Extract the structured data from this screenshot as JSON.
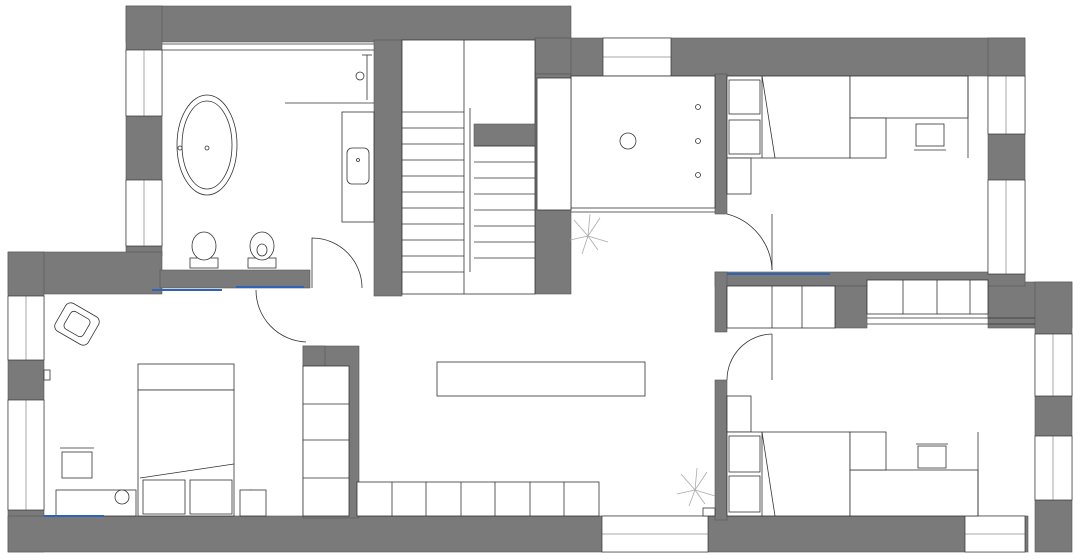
{
  "drawing": {
    "type": "floor-plan",
    "colors": {
      "wall": "#7a7a7a",
      "line": "#333333",
      "accent": "#2d64b8",
      "background": "#ffffff",
      "plant": "#aaaaaa"
    },
    "rooms": [
      "bathroom",
      "stair-hall",
      "top-bedroom",
      "master-bedroom",
      "landing",
      "bottom-bedroom",
      "closet"
    ],
    "icons": [
      "bathtub-icon",
      "toilet-icon",
      "bidet-icon",
      "sink-icon",
      "shower-icon",
      "armchair-icon",
      "desk-chair-icon",
      "bed-icon",
      "nightstand-lamp-icon",
      "plant-icon",
      "ceiling-light-icon"
    ]
  }
}
